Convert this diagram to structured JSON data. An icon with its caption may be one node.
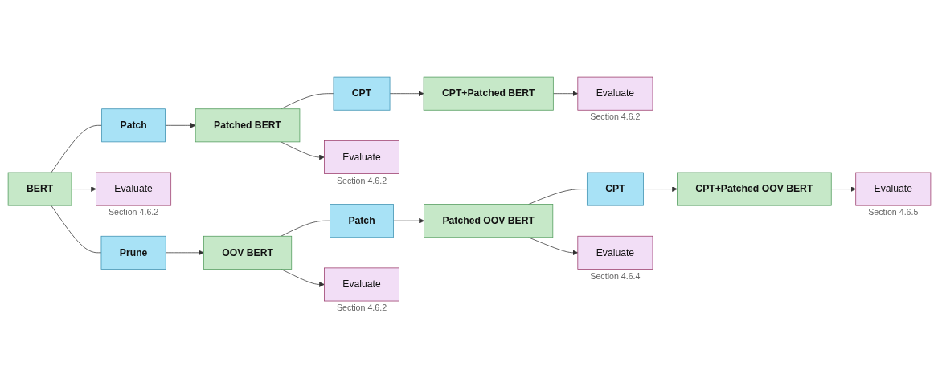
{
  "diagram": {
    "nodes": [
      {
        "text": [
          "BERT"
        ]
      },
      {
        "text": [
          "Patch"
        ]
      },
      {
        "text": [
          "Patched BERT"
        ]
      },
      {
        "text": [
          "CPT"
        ]
      },
      {
        "text": [
          "CPT+Patched BERT"
        ]
      },
      {
        "text": [
          "Evaluate"
        ],
        "beside": [
          "Section 4.6.2"
        ]
      },
      {
        "text": [
          "Prune"
        ]
      },
      {
        "text": [
          "Evaluate"
        ],
        "beside": [
          "Section 4.6.2"
        ]
      },
      {
        "text": [
          "Evaluate"
        ],
        "beside": [
          "Section 4.6.2"
        ]
      },
      {
        "text": [
          "OOV BERT"
        ]
      },
      {
        "text": [
          "Patch"
        ]
      },
      {
        "text": [
          "Patched OOV BERT"
        ]
      },
      {
        "text": [
          "CPT"
        ]
      },
      {
        "text": [
          "CPT+Patched OOV BERT"
        ]
      },
      {
        "text": [
          "Evaluate"
        ],
        "beside": [
          "Section 4.6.2"
        ]
      },
      {
        "text": [
          "Evaluate"
        ],
        "beside": [
          "Section 4.6.4"
        ]
      },
      {
        "text": [
          "Evaluate"
        ],
        "beside": [
          "Section 4.6.5"
        ]
      }
    ],
    "edges": [
      {
        "from": 0,
        "to": 1,
        "arrow": "none"
      },
      {
        "from": 1,
        "to": 2,
        "arrow": "to"
      },
      {
        "from": 2,
        "to": 3,
        "arrow": "none"
      },
      {
        "from": 3,
        "to": 4,
        "arrow": "to"
      },
      {
        "from": 0,
        "to": 5,
        "arrow": "to"
      },
      {
        "from": 0,
        "to": 6,
        "arrow": "none"
      },
      {
        "from": 6,
        "to": 9,
        "arrow": "to"
      },
      {
        "from": 2,
        "to": 7,
        "arrow": "to"
      },
      {
        "from": 4,
        "to": 8,
        "arrow": "to"
      },
      {
        "from": 9,
        "to": 10,
        "arrow": "none"
      },
      {
        "from": 10,
        "to": 11,
        "arrow": "to"
      },
      {
        "from": 11,
        "to": 12,
        "arrow": "none"
      },
      {
        "from": 12,
        "to": 13,
        "arrow": "to"
      },
      {
        "from": 9,
        "to": 14,
        "arrow": "to"
      },
      {
        "from": 11,
        "to": 15,
        "arrow": "to"
      },
      {
        "from": 13,
        "to": 16,
        "arrow": "to"
      }
    ]
  }
}
